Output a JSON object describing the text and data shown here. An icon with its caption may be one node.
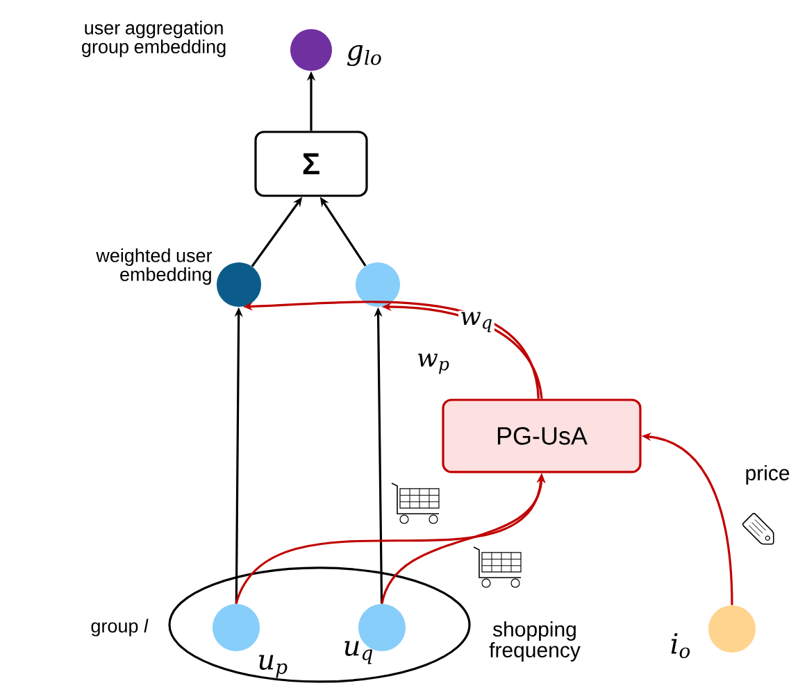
{
  "diagram": {
    "nodes": [
      {
        "text": [],
        "shape": "circle",
        "beside": [
          "user aggregation group embedding",
          "g$_{lo}$"
        ]
      },
      {
        "text": [
          "Σ"
        ]
      },
      {
        "text": [],
        "shape": "circle",
        "beside": [
          "weighted user embedding"
        ]
      },
      {
        "text": [],
        "shape": "circle"
      },
      {
        "text": [
          "PG-UsA"
        ]
      },
      {
        "text": [],
        "shape": "ellipse",
        "beside": [
          "group *l*"
        ]
      },
      {
        "text": [],
        "shape": "circle",
        "in": 5,
        "beside": [
          "u$_{p}$"
        ]
      },
      {
        "text": [],
        "shape": "circle",
        "in": 5,
        "beside": [
          "u$_{q}$"
        ]
      },
      {
        "text": [],
        "shape": "circle",
        "beside": [
          "i$_{o}$"
        ]
      }
    ],
    "edges": [
      {
        "from": 1,
        "to": 0,
        "arrow": "to"
      },
      {
        "from": 2,
        "to": 1,
        "arrow": "to"
      },
      {
        "from": 3,
        "to": 1,
        "arrow": "to"
      },
      {
        "from": 6,
        "to": 2,
        "arrow": "to"
      },
      {
        "from": 7,
        "to": 3,
        "arrow": "to"
      },
      {
        "from": 4,
        "to": 2,
        "arrow": "to",
        "color": "#c00000",
        "label": "w$_{p}$"
      },
      {
        "from": 4,
        "to": 3,
        "arrow": "to",
        "color": "#c00000",
        "label": "w$_{q}$"
      },
      {
        "from": 6,
        "to": 4,
        "arrow": "to",
        "color": "#c00000"
      },
      {
        "from": 7,
        "to": 4,
        "arrow": "to",
        "color": "#c00000"
      },
      {
        "from": 8,
        "to": 4,
        "arrow": "to",
        "color": "#c00000"
      }
    ],
    "labels": [
      "price",
      "shopping frequency"
    ]
  }
}
